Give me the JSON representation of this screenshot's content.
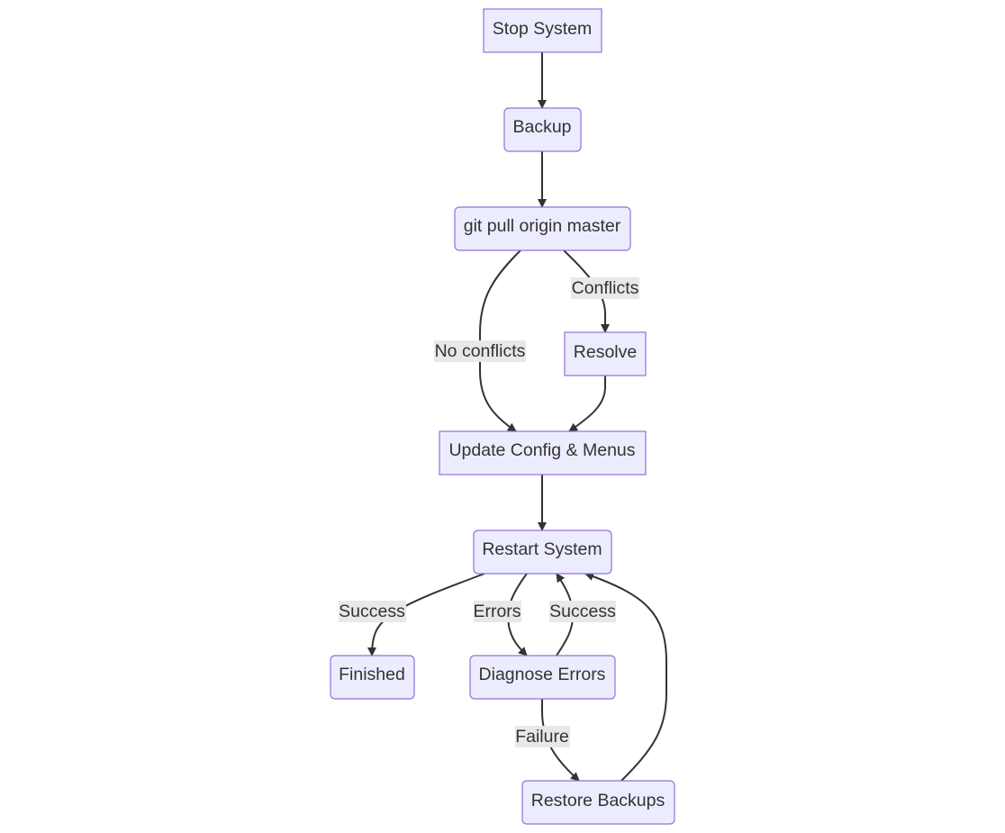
{
  "nodes": {
    "stop": {
      "label": "Stop System"
    },
    "backup": {
      "label": "Backup"
    },
    "pull": {
      "label": "git pull origin master"
    },
    "resolve": {
      "label": "Resolve"
    },
    "update": {
      "label": "Update Config & Menus"
    },
    "restart": {
      "label": "Restart System"
    },
    "finished": {
      "label": "Finished"
    },
    "diagnose": {
      "label": "Diagnose Errors"
    },
    "restore": {
      "label": "Restore Backups"
    }
  },
  "edges": [
    {
      "from": "Stop System",
      "to": "Backup",
      "label": ""
    },
    {
      "from": "Backup",
      "to": "git pull origin master",
      "label": ""
    },
    {
      "from": "git pull origin master",
      "to": "Update Config & Menus",
      "label": "No conflicts"
    },
    {
      "from": "git pull origin master",
      "to": "Resolve",
      "label": "Conflicts"
    },
    {
      "from": "Resolve",
      "to": "Update Config & Menus",
      "label": ""
    },
    {
      "from": "Update Config & Menus",
      "to": "Restart System",
      "label": ""
    },
    {
      "from": "Restart System",
      "to": "Finished",
      "label": "Success"
    },
    {
      "from": "Restart System",
      "to": "Diagnose Errors",
      "label": "Errors"
    },
    {
      "from": "Diagnose Errors",
      "to": "Restart System",
      "label": "Success"
    },
    {
      "from": "Diagnose Errors",
      "to": "Restore Backups",
      "label": "Failure"
    },
    {
      "from": "Restore Backups",
      "to": "Restart System",
      "label": ""
    }
  ],
  "edge_labels": {
    "no_conflicts": "No conflicts",
    "conflicts": "Conflicts",
    "success_finished": "Success",
    "errors": "Errors",
    "success_retry": "Success",
    "failure": "Failure"
  },
  "colors": {
    "node_fill": "#ececff",
    "node_stroke": "#9370db",
    "edge": "#333333",
    "label_bg": "#e8e8e8",
    "text": "#333333"
  }
}
